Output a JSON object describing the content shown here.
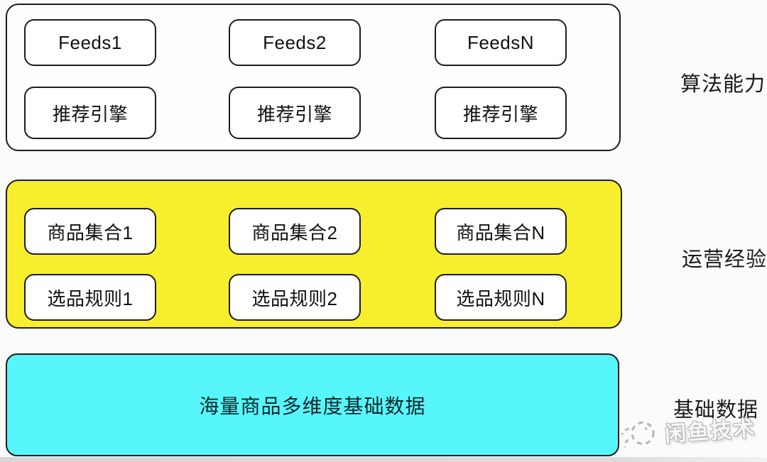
{
  "layers": [
    {
      "id": "algorithm",
      "label": "算法能力",
      "bg_color": "#fefefe",
      "columns": [
        {
          "top": "Feeds1",
          "bottom": "推荐引擎"
        },
        {
          "top": "Feeds2",
          "bottom": "推荐引擎"
        },
        {
          "top": "FeedsN",
          "bottom": "推荐引擎"
        }
      ]
    },
    {
      "id": "operation",
      "label": "运营经验",
      "bg_color": "#f7ee2d",
      "columns": [
        {
          "top": "商品集合1",
          "bottom": "选品规则1"
        },
        {
          "top": "商品集合2",
          "bottom": "选品规则2"
        },
        {
          "top": "商品集合N",
          "bottom": "选品规则N"
        }
      ]
    },
    {
      "id": "basedata",
      "label": "基础数据",
      "bg_color": "#57f6fa",
      "text": "海量商品多维度基础数据"
    }
  ],
  "watermark": {
    "icon": "fish-icon",
    "text": "闲鱼技术"
  },
  "colors": {
    "border": "#1d1d1d",
    "layer_yellow": "#f7ee2d",
    "layer_cyan": "#57f6fa",
    "node_bg": "#ffffff",
    "text": "#111111",
    "watermark_gray": "#a9a9a9"
  }
}
